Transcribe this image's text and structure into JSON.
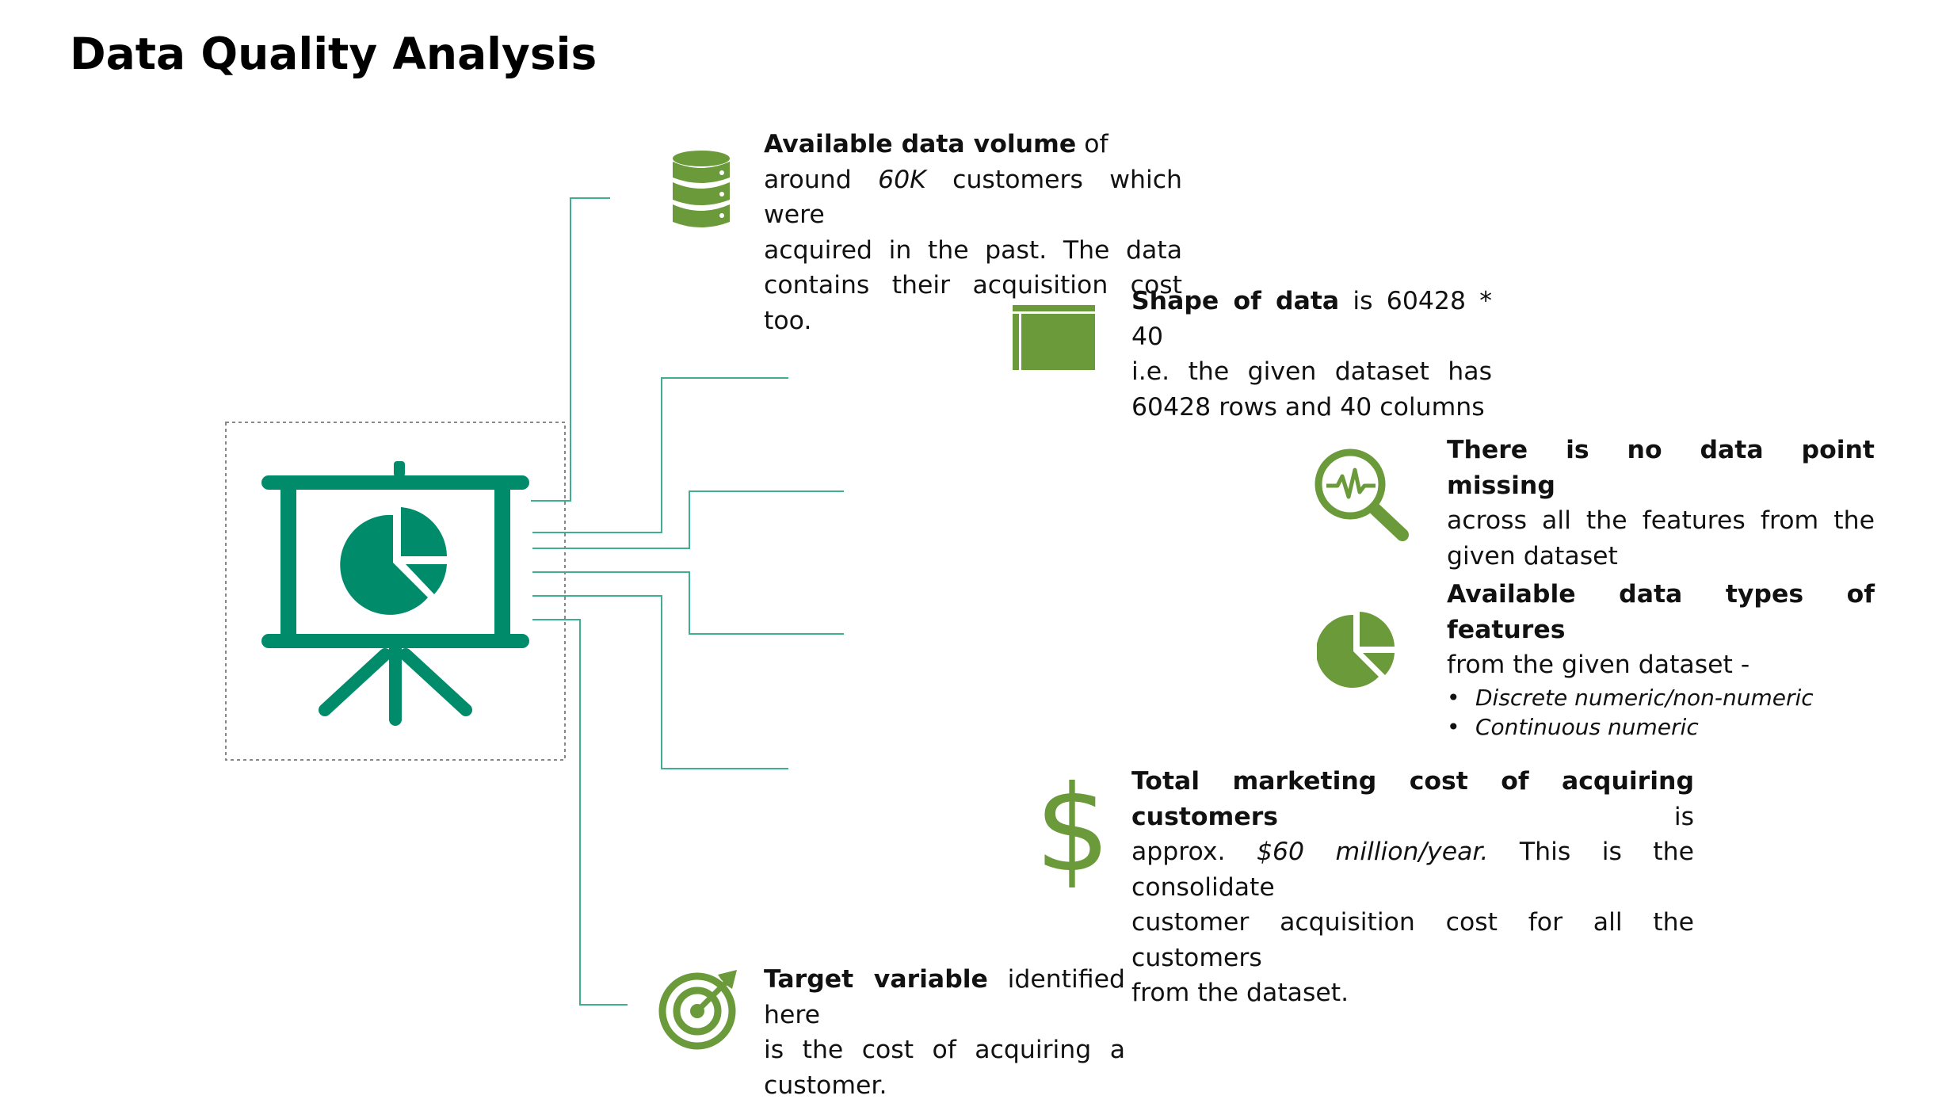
{
  "page": {
    "title": "Data Quality Analysis",
    "accent_teal": "#008B6B",
    "accent_green": "#6A9A3A",
    "line_color": "#3FAF8F"
  },
  "center_icon": {
    "name": "presentation-board-pie-chart-icon"
  },
  "items": [
    {
      "id": "volume",
      "icon": "database-icon",
      "bold": "Available data volume",
      "text_after_bold": " of",
      "lines": [
        "around ",
        "60K",
        " customers which were",
        "acquired in the past. The data",
        "contains their acquisition cost too."
      ]
    },
    {
      "id": "shape",
      "icon": "table-window-icon",
      "bold": "Shape of data",
      "text_after_bold": " is 60428 * 40",
      "lines": [
        "i.e. the given dataset has",
        "60428 rows and 40 columns"
      ]
    },
    {
      "id": "missing",
      "icon": "magnifier-pulse-icon",
      "bold": "There is no data point missing",
      "lines": [
        "across all the features from the",
        "given dataset"
      ]
    },
    {
      "id": "types",
      "icon": "pie-chart-icon",
      "bold": "Available data types of features",
      "lines": [
        "from the given dataset -"
      ],
      "bullets": [
        "Discrete numeric/non-numeric",
        "Continuous numeric"
      ]
    },
    {
      "id": "cost",
      "icon": "dollar-sign-icon",
      "bold": "Total marketing cost of acquiring customers",
      "text_after_bold": " is",
      "line2_prefix": "approx. ",
      "line2_emph": "$60 million/year.",
      "line2_suffix": " This is the consolidate",
      "lines": [
        "customer acquisition cost for all the customers",
        "from the dataset."
      ]
    },
    {
      "id": "target",
      "icon": "target-arrow-icon",
      "bold": "Target variable",
      "text_after_bold": " identified here",
      "lines": [
        "is the cost of acquiring a",
        "customer."
      ]
    }
  ]
}
